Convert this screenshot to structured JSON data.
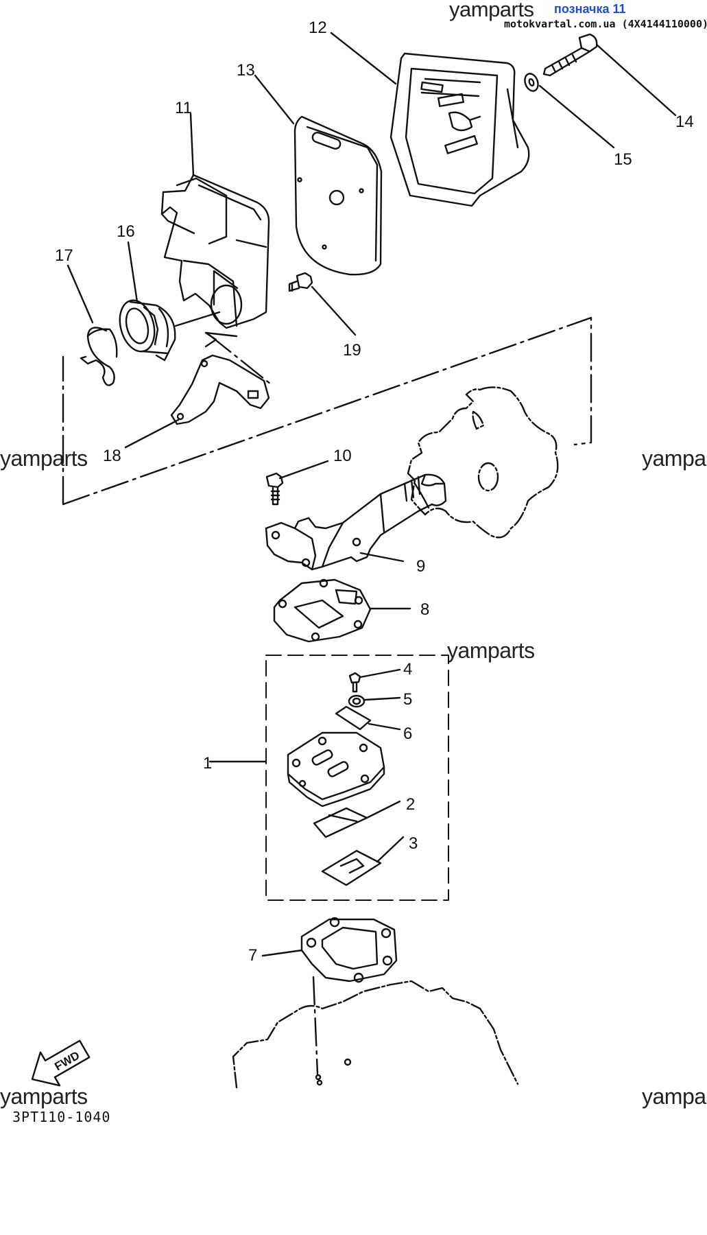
{
  "header": {
    "watermark": "yamparts",
    "tag": "позначка 11",
    "site": "motokvartal.com.ua (4X4144110000)"
  },
  "watermarks": [
    "yamparts",
    "yamparts",
    "yamparts",
    "yamparts",
    "yamparts",
    "yamparts"
  ],
  "part_labels": [
    "1",
    "2",
    "3",
    "4",
    "5",
    "6",
    "7",
    "8",
    "9",
    "10",
    "11",
    "12",
    "13",
    "14",
    "15",
    "16",
    "17",
    "18",
    "19"
  ],
  "fwd_label": "FWD",
  "diagram_code": "3PT110-1040"
}
